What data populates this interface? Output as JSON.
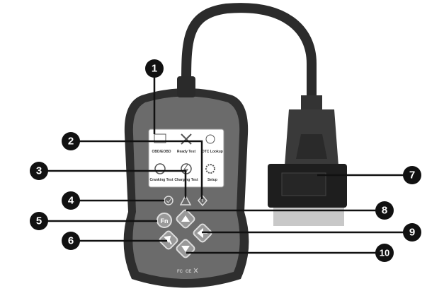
{
  "screen": {
    "menu_items": [
      "OBD/EOBD",
      "Ready Test",
      "DTC Lookup",
      "Cranking Test",
      "Charging Test",
      "Setup"
    ]
  },
  "buttons": {
    "fn": "Fn"
  },
  "callouts": [
    "1",
    "2",
    "3",
    "4",
    "5",
    "6",
    "7",
    "8",
    "9",
    "10"
  ],
  "marks": [
    "FC",
    "CE"
  ],
  "colors": {
    "callout": "#111111",
    "body": "#3a3a3a",
    "face": "#6e6e6e",
    "connector_pins": "#c8c8c8"
  }
}
